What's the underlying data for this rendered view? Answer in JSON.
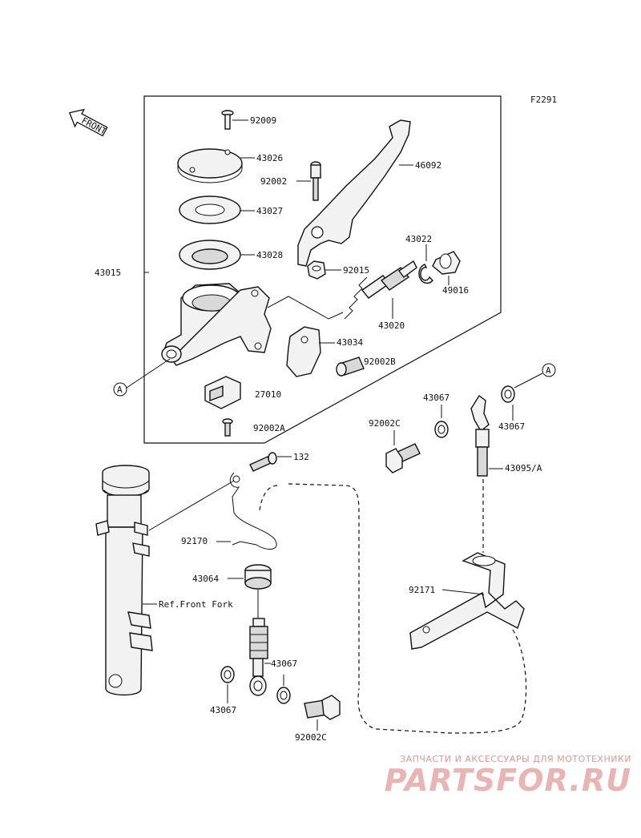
{
  "diagram_code": "F2291",
  "front_arrow": "FRONT",
  "labels": {
    "p92009": "92009",
    "p43026": "43026",
    "p92002": "92002",
    "p46092": "46092",
    "p43027": "43027",
    "p43028": "43028",
    "p43015": "43015",
    "p43022": "43022",
    "p92015": "92015",
    "p49016": "49016",
    "p43020": "43020",
    "p43034": "43034",
    "p92002B": "92002B",
    "refA1": "A",
    "p27010": "27010",
    "p92002A": "92002A",
    "p43067a": "43067",
    "refA2": "A",
    "p92002Ca": "92002C",
    "p43067b": "43067",
    "p43095A": "43095/A",
    "p132": "132",
    "p92170": "92170",
    "p92171": "92171",
    "p43064": "43064",
    "ref_fork": "Ref.Front Fork",
    "p43067c": "43067",
    "p43067d": "43067",
    "p92002Cb": "92002C"
  },
  "watermark": {
    "subtitle": "ЗАПЧАСТИ И АКСЕССУАРЫ ДЛЯ МОТОТЕХНИКИ",
    "logo": "PARTSFOR.RU"
  }
}
